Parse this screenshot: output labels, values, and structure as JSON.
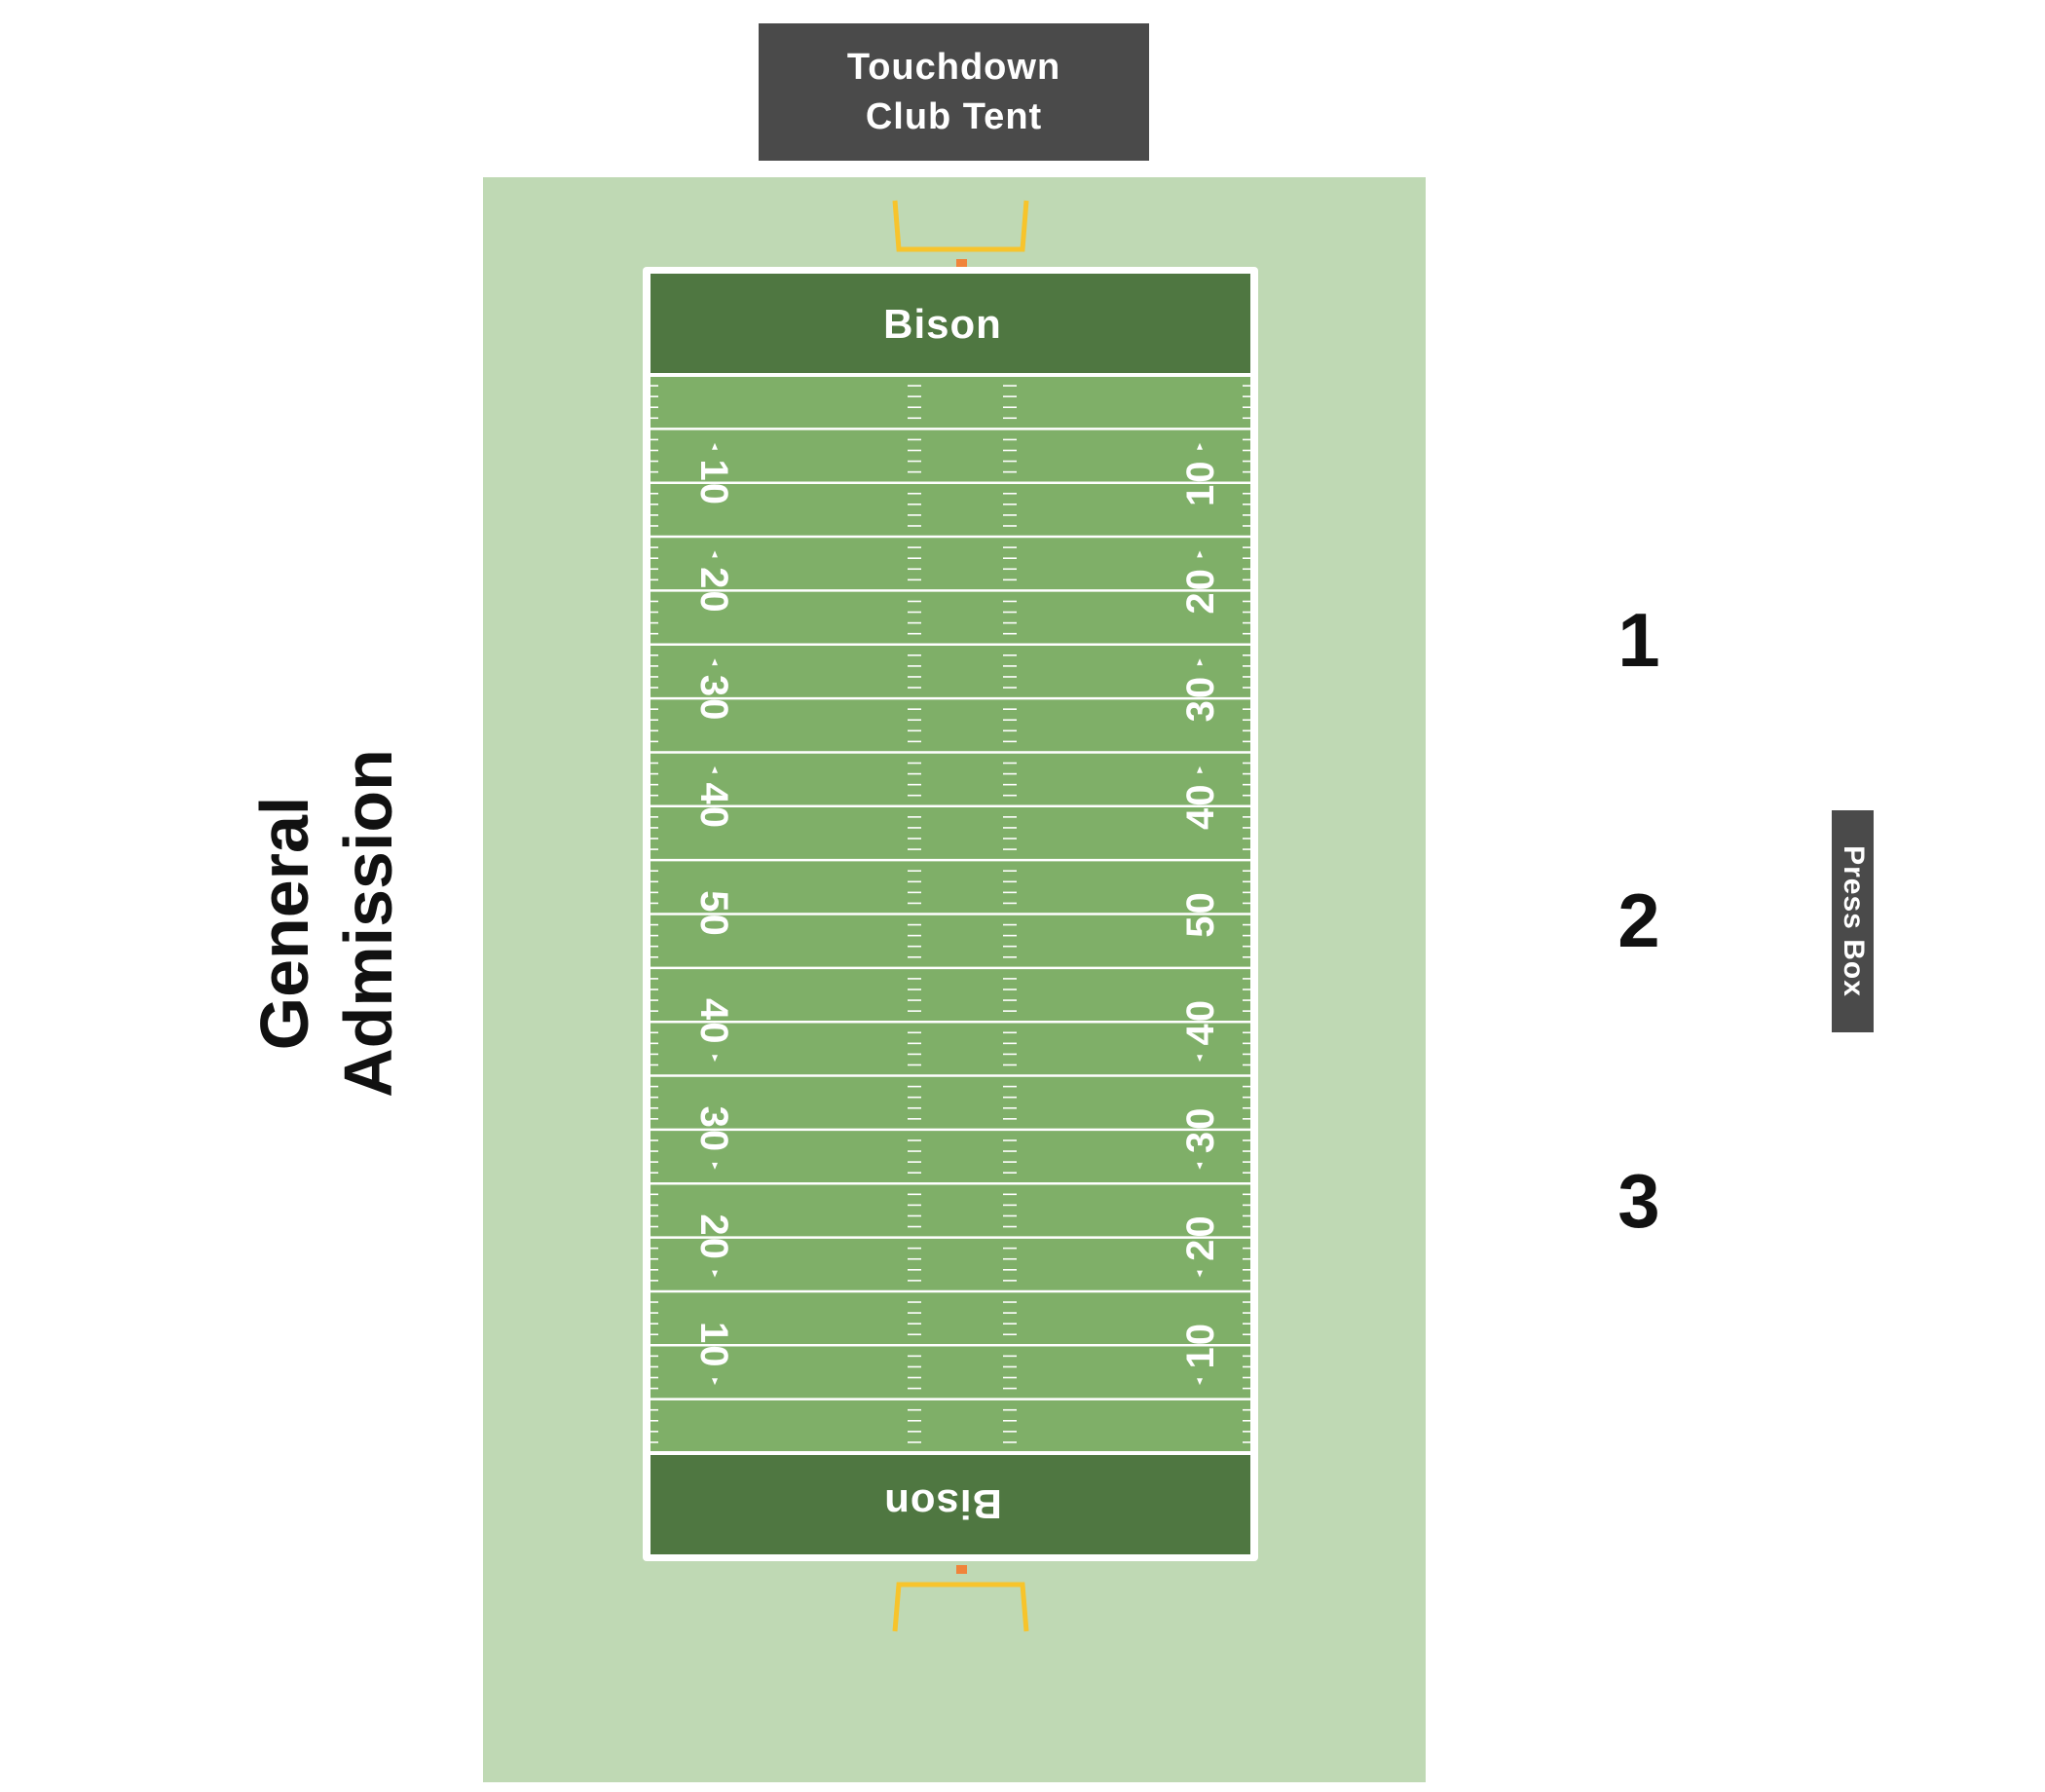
{
  "venue": {
    "club_tent_lines": [
      "Touchdown",
      "Club Tent"
    ],
    "general_admission_lines": [
      "General",
      "Admission"
    ],
    "sections": [
      "1",
      "2",
      "3"
    ],
    "press_box": "Press Box"
  },
  "field": {
    "endzone_top": "Bison",
    "endzone_bottom": "Bison",
    "yard_numbers": [
      "10",
      "20",
      "30",
      "40",
      "50",
      "40",
      "30",
      "20",
      "10"
    ]
  },
  "colors": {
    "outer_grass": "#bfd9b4",
    "field_green": "#7faf68",
    "endzone_green": "#4f7741",
    "label_box": "#4a4a4a",
    "goalpost": "#f7c42c",
    "goalpost_base": "#f0843a",
    "line_white": "#ffffff"
  }
}
